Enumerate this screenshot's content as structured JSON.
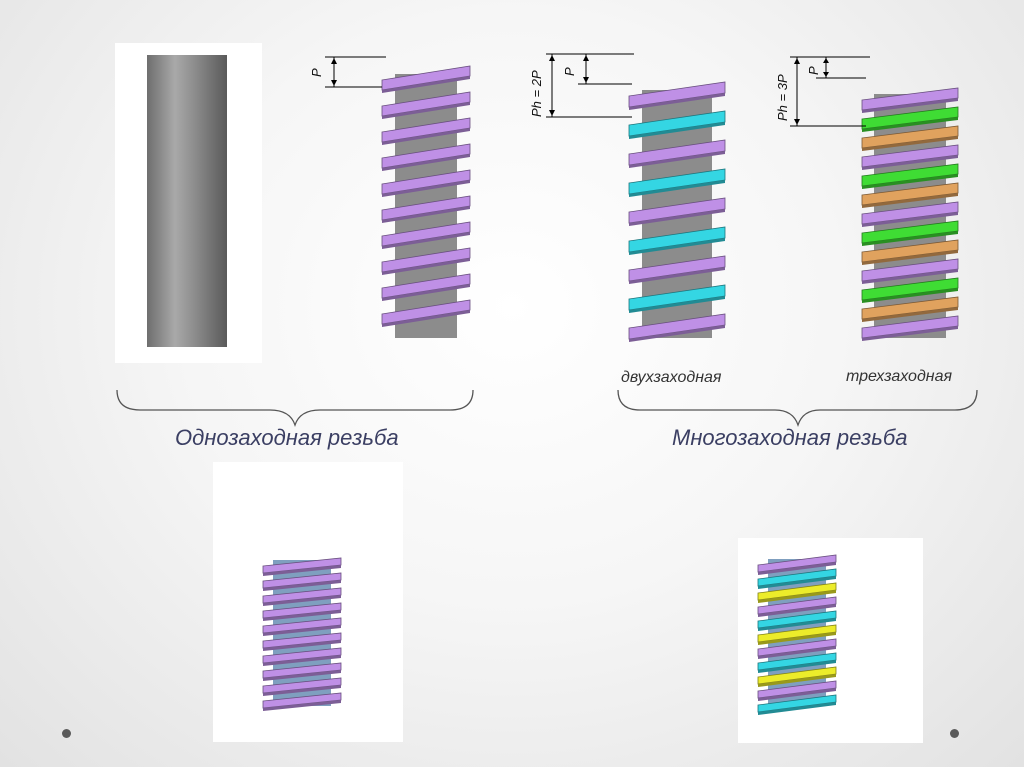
{
  "slide": {
    "caption_single": "Однозаходная резьба",
    "caption_multi": "Многозаходная резьба",
    "label_two_start": "двухзаходная",
    "label_three_start": "трехзаходная"
  },
  "dimensions": {
    "pitch": "P",
    "lead_two": "Ph = 2P",
    "lead_three": "Ph = 3P"
  },
  "colors": {
    "rod": "#8a8a8a",
    "thread_violet": "#bf90e6",
    "thread_cyan": "#34d6e3",
    "thread_green": "#3fdc34",
    "thread_orange": "#e0a25e",
    "thread_yellow": "#ecec2a",
    "rod_blue": "#7f9fbf",
    "caption": "#3b3f63"
  }
}
